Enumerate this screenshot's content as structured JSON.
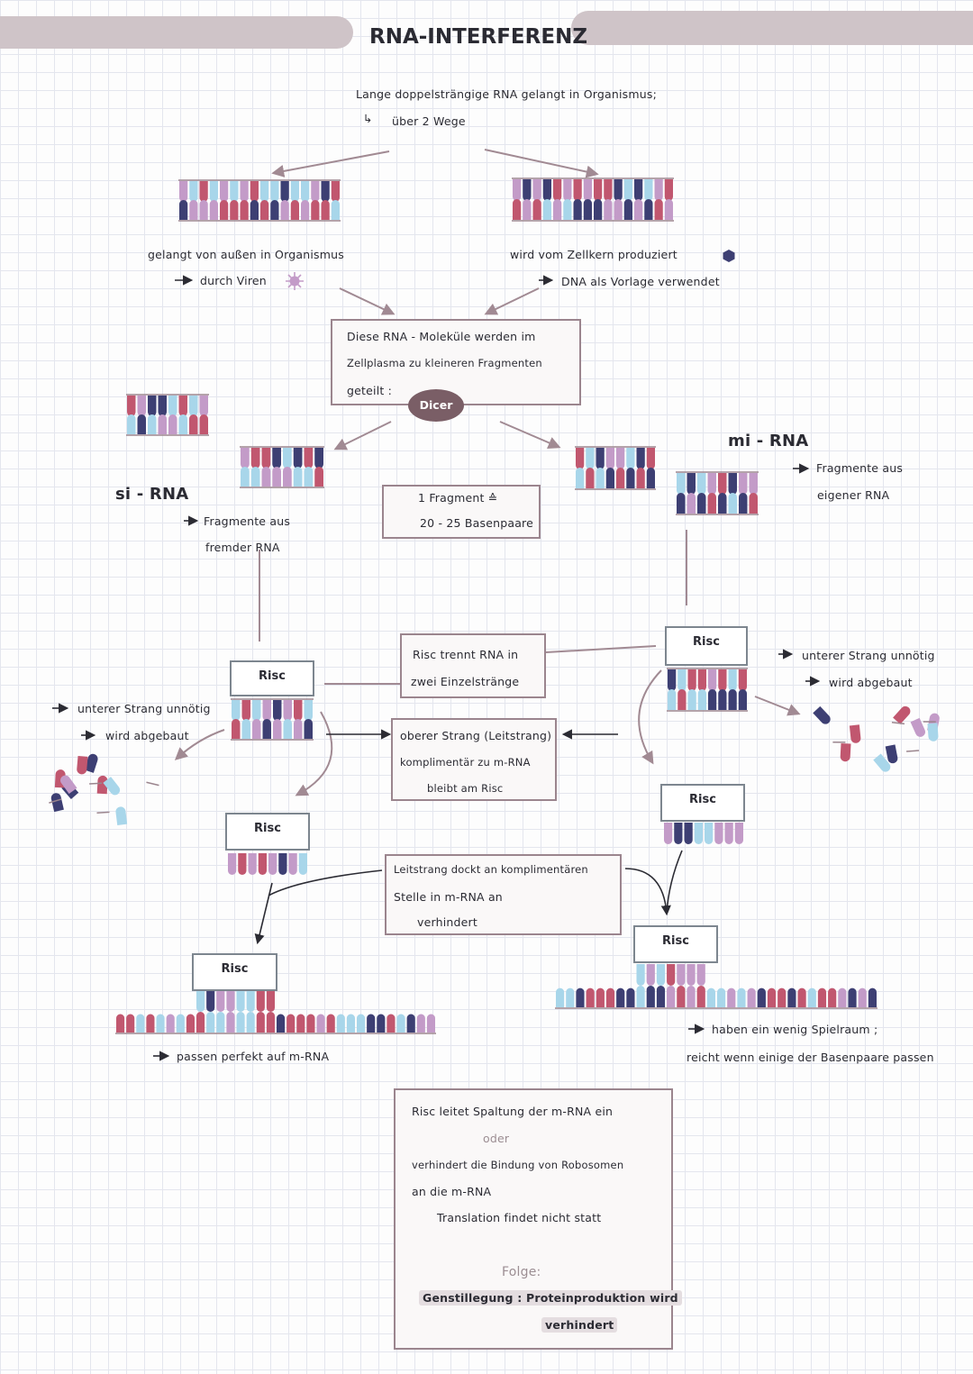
{
  "title": "RNA-INTERFERENZ",
  "intro": {
    "line1": "Lange doppelsträngige RNA gelangt in Organismus;",
    "line2_arrow": "↳",
    "line2": "über 2 Wege"
  },
  "left_path": {
    "line1": "gelangt von außen in Organismus",
    "line2": "durch Viren",
    "label": "si - RNA",
    "desc1": "Fragmente aus",
    "desc2": "fremder RNA"
  },
  "right_path": {
    "line1": "wird vom Zellkern produziert",
    "line2": "DNA als Vorlage verwendet",
    "label": "mi - RNA",
    "desc1": "Fragmente aus",
    "desc2": "eigener RNA"
  },
  "dicer_box": {
    "line1": "Diese RNA - Moleküle werden im",
    "line2": "Zellplasma zu kleineren Fragmenten",
    "line3": "geteilt :",
    "enzyme": "Dicer"
  },
  "fragment_box": {
    "line1": "1 Fragment ≙",
    "line2": "20 - 25 Basenpaare"
  },
  "risc_label": "Risc",
  "risc_split_box": {
    "line1": "Risc trennt RNA in",
    "line2": "zwei Einzelstränge"
  },
  "strand_left": {
    "line1": "unterer Strang unnötig",
    "line2": "wird abgebaut"
  },
  "strand_right": {
    "line1": "unterer Strang unnötig",
    "line2": "wird abgebaut"
  },
  "leitstrang_box": {
    "line1": "oberer Strang (Leitstrang)",
    "line2": "komplimentär zu m-RNA",
    "line3": "bleibt am Risc"
  },
  "dock_box": {
    "line1": "Leitstrang dockt an komplimentären",
    "line2": "Stelle in m-RNA an",
    "line3": "verhindert"
  },
  "match_left": "passen perfekt auf m-RNA",
  "match_right": {
    "line1": "haben ein wenig Spielraum ;",
    "line2": "reicht wenn einige der Basenpaare passen"
  },
  "result_box": {
    "line1": "Risc leitet Spaltung der m-RNA ein",
    "or": "oder",
    "line2": "verhindert die Bindung von Robosomen",
    "line3": "an die m-RNA",
    "line4": "Translation findet nicht statt",
    "folge": "Folge:",
    "final1": "Genstillegung : Proteinproduktion wird",
    "final2": "verhindert"
  },
  "colors": {
    "navy": "#3d3f73",
    "pink": "#c39bc8",
    "rose": "#c1576f",
    "sky": "#a8d6ea",
    "border": "#9b858e",
    "banner": "#cfc4c8",
    "arrow": "#a18a93"
  }
}
